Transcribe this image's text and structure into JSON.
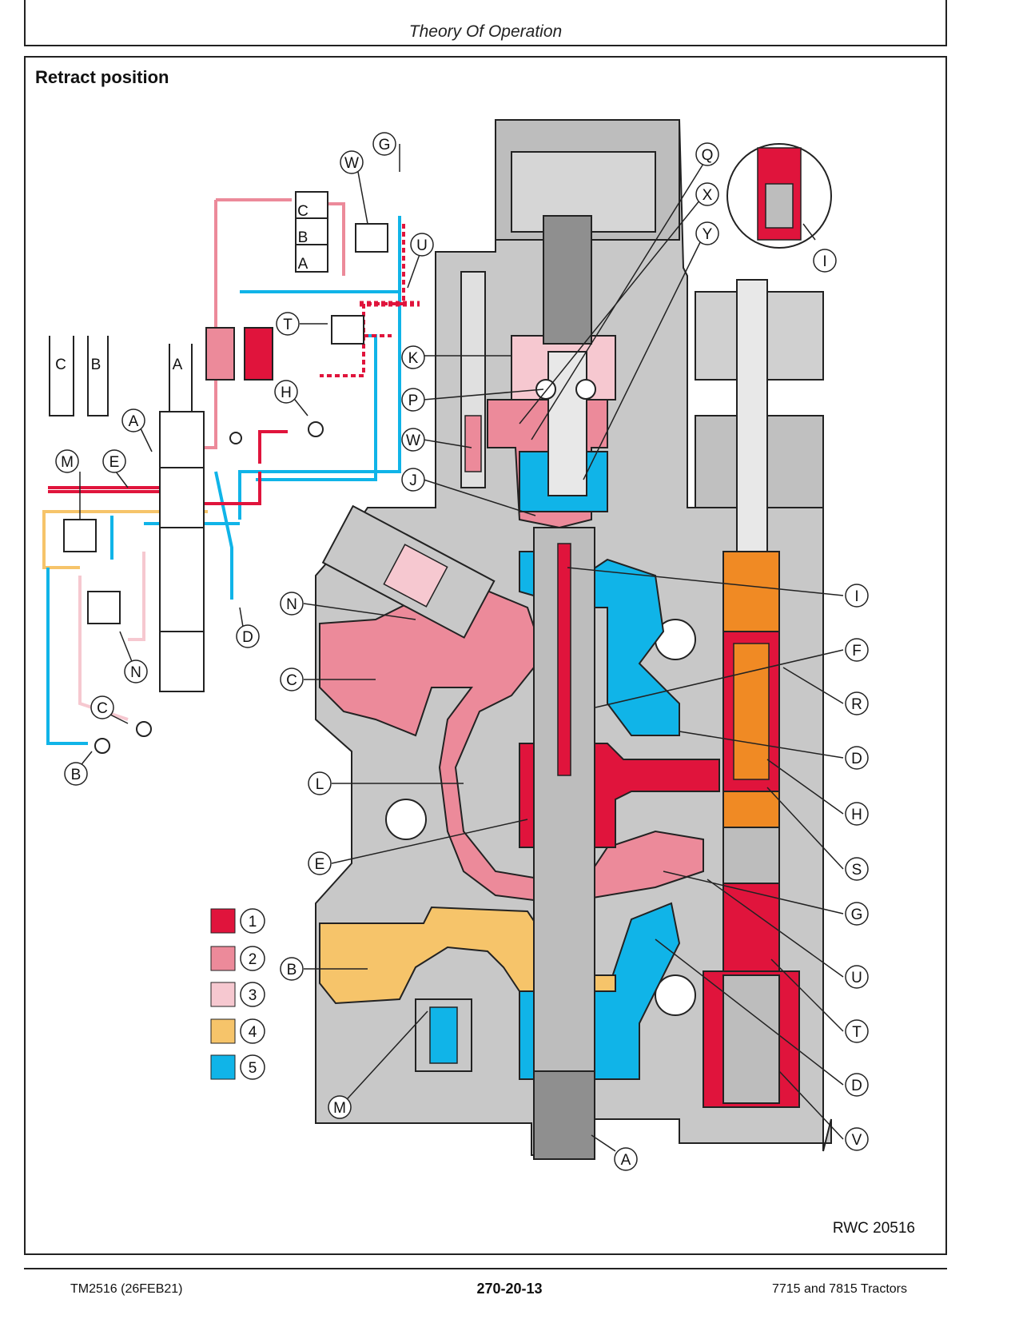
{
  "header": {
    "title": "Theory Of Operation"
  },
  "section": {
    "title": "Retract position"
  },
  "figure": {
    "id": "RWC 20516",
    "colors": {
      "c1": "#e0143c",
      "c2": "#ec8a9a",
      "c3": "#f6c8d0",
      "c4": "#f6c46a",
      "c5": "#10b4e8",
      "orange": "#f08a24",
      "body": "#c8c8c8"
    },
    "legend": [
      "1",
      "2",
      "3",
      "4",
      "5"
    ],
    "callouts": {
      "A": "A",
      "B": "B",
      "C": "C",
      "D": "D",
      "E": "E",
      "F": "F",
      "G": "G",
      "H": "H",
      "I": "I",
      "J": "J",
      "K": "K",
      "L": "L",
      "M": "M",
      "N": "N",
      "P": "P",
      "Q": "Q",
      "R": "R",
      "S": "S",
      "T": "T",
      "U": "U",
      "V": "V",
      "W": "W",
      "X": "X",
      "Y": "Y"
    }
  },
  "footer": {
    "left": "TM2516 (26FEB21)",
    "center": "270-20-13",
    "right": "7715 and 7815 Tractors"
  }
}
